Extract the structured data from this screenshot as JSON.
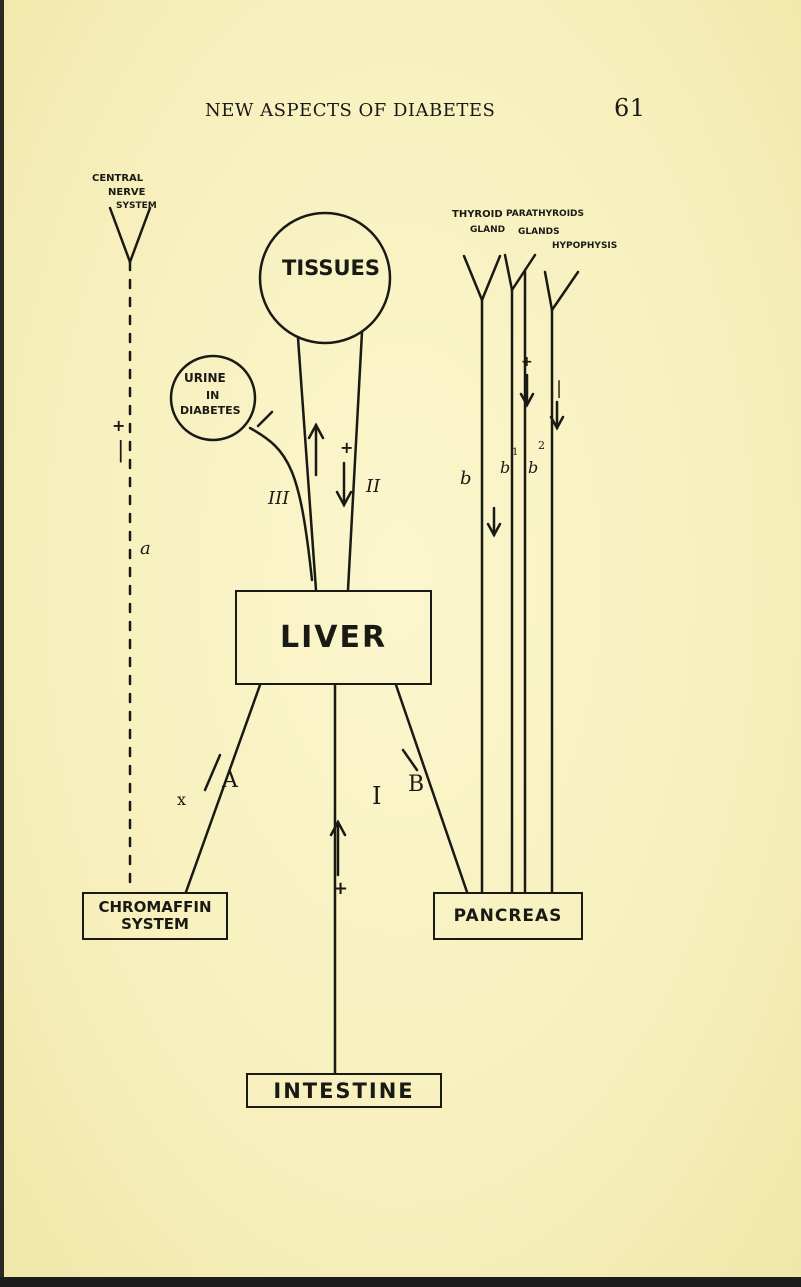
{
  "header": {
    "title": "NEW ASPECTS OF DIABETES",
    "page_number": "61"
  },
  "nodes": {
    "tissues": "TISSUES",
    "urine": [
      "URINE",
      "IN",
      "DIABETES"
    ],
    "liver": "LIVER",
    "chromaffin": [
      "CHROMAFFIN",
      "SYSTEM"
    ],
    "pancreas": "PANCREAS",
    "intestine": "INTESTINE",
    "central_nervous": [
      "CENTRAL",
      "NERVE",
      "SYSTEM"
    ],
    "thyroid": [
      "THYROID",
      "GLAND"
    ],
    "parathyroids": [
      "PARATHYROIDS",
      "GLANDS"
    ],
    "hypophysis": "HYPOPHYSIS"
  },
  "labels": {
    "plus": "+",
    "minus": "|",
    "roman_1": "I",
    "roman_2": "II",
    "roman_3": "III",
    "letter_a": "A",
    "letter_b": "B",
    "small_a": "a",
    "small_b": "b",
    "sub_1": "1",
    "sub_2": "2",
    "cross": "x"
  }
}
